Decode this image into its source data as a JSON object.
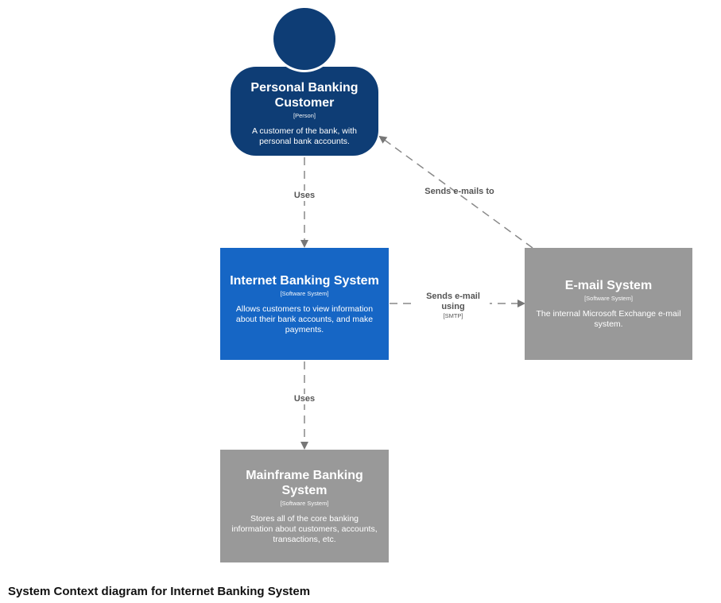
{
  "diagram": {
    "caption": "System Context diagram for Internet Banking System",
    "elements": {
      "person": {
        "name": "Personal Banking Customer",
        "kind": "[Person]",
        "description": "A customer of the bank, with personal bank accounts.",
        "color": "#0e3d75"
      },
      "internet_banking": {
        "name": "Internet Banking System",
        "kind": "[Software System]",
        "description": "Allows customers to view information about their bank accounts, and make payments.",
        "color": "#1666c5"
      },
      "email_system": {
        "name": "E-mail System",
        "kind": "[Software System]",
        "description": "The internal Microsoft Exchange e-mail system.",
        "color": "#999999"
      },
      "mainframe": {
        "name": "Mainframe Banking System",
        "kind": "[Software System]",
        "description": "Stores all of the core banking information about customers, accounts, transactions, etc.",
        "color": "#999999"
      }
    },
    "relationships": [
      {
        "from": "Personal Banking Customer",
        "to": "Internet Banking System",
        "label": "Uses",
        "technology": ""
      },
      {
        "from": "E-mail System",
        "to": "Personal Banking Customer",
        "label": "Sends e-mails to",
        "technology": ""
      },
      {
        "from": "Internet Banking System",
        "to": "E-mail System",
        "label": "Sends e-mail using",
        "technology": "[SMTP]"
      },
      {
        "from": "Internet Banking System",
        "to": "Mainframe Banking System",
        "label": "Uses",
        "technology": ""
      }
    ]
  }
}
